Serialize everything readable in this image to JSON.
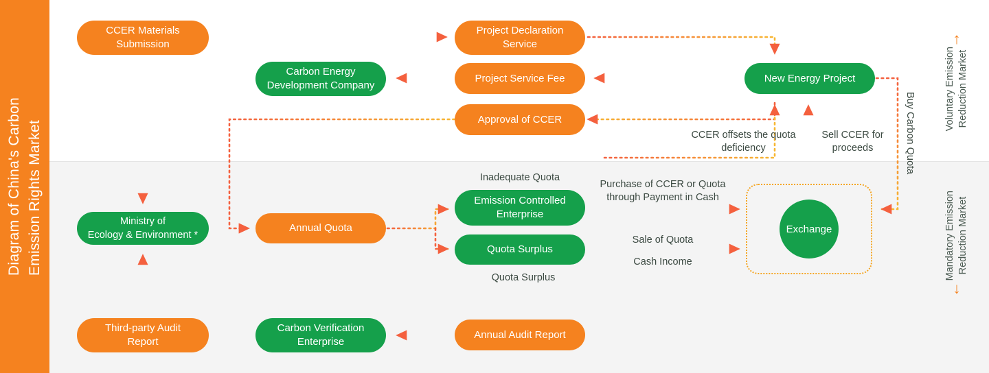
{
  "banner": {
    "title": "Diagram of China's Carbon\nEmission Rights Market"
  },
  "rails": {
    "top": {
      "label": "Voluntary Emission\nReduction Market",
      "arrow": "↑"
    },
    "bottom": {
      "label": "Mandatory Emission\nReduction Market",
      "arrow": "↓"
    }
  },
  "nodes": {
    "ccer_materials_submission": "CCER Materials\nSubmission",
    "project_declaration_service": "Project Declaration\nService",
    "carbon_energy_development_company": "Carbon Energy\nDevelopment Company",
    "project_service_fee": "Project Service Fee",
    "new_energy_project": "New Energy Project",
    "approval_of_ccer": "Approval of CCER",
    "ministry_of_ecology": "Ministry of\nEcology & Environment *",
    "annual_quota": "Annual Quota",
    "emission_controlled_enterprise": "Emission Controlled\nEnterprise",
    "quota_surplus_node": "Quota Surplus",
    "exchange": "Exchange",
    "third_party_audit_report": "Third-party Audit\nReport",
    "carbon_verification_enterprise": "Carbon Verification\nEnterprise",
    "annual_audit_report": "Annual Audit Report"
  },
  "edge_labels": {
    "ccer_offsets": "CCER offsets the quota\ndeficiency",
    "sell_ccer": "Sell CCER for\nproceeds",
    "buy_carbon_quota": "Buy Carbon Quota",
    "inadequate_quota": "Inadequate Quota",
    "quota_surplus": "Quota Surplus",
    "purchase_ccer_quota": "Purchase of CCER or Quota\nthrough Payment in Cash",
    "sale_of_quota": "Sale of Quota",
    "cash_income": "Cash Income"
  },
  "colors": {
    "orange": "#f5821f",
    "green": "#15a04b",
    "dotted_start": "#f4603e",
    "dotted_end": "#f7b733",
    "band_bottom": "#f4f4f4",
    "label_text": "#3c4a42"
  }
}
